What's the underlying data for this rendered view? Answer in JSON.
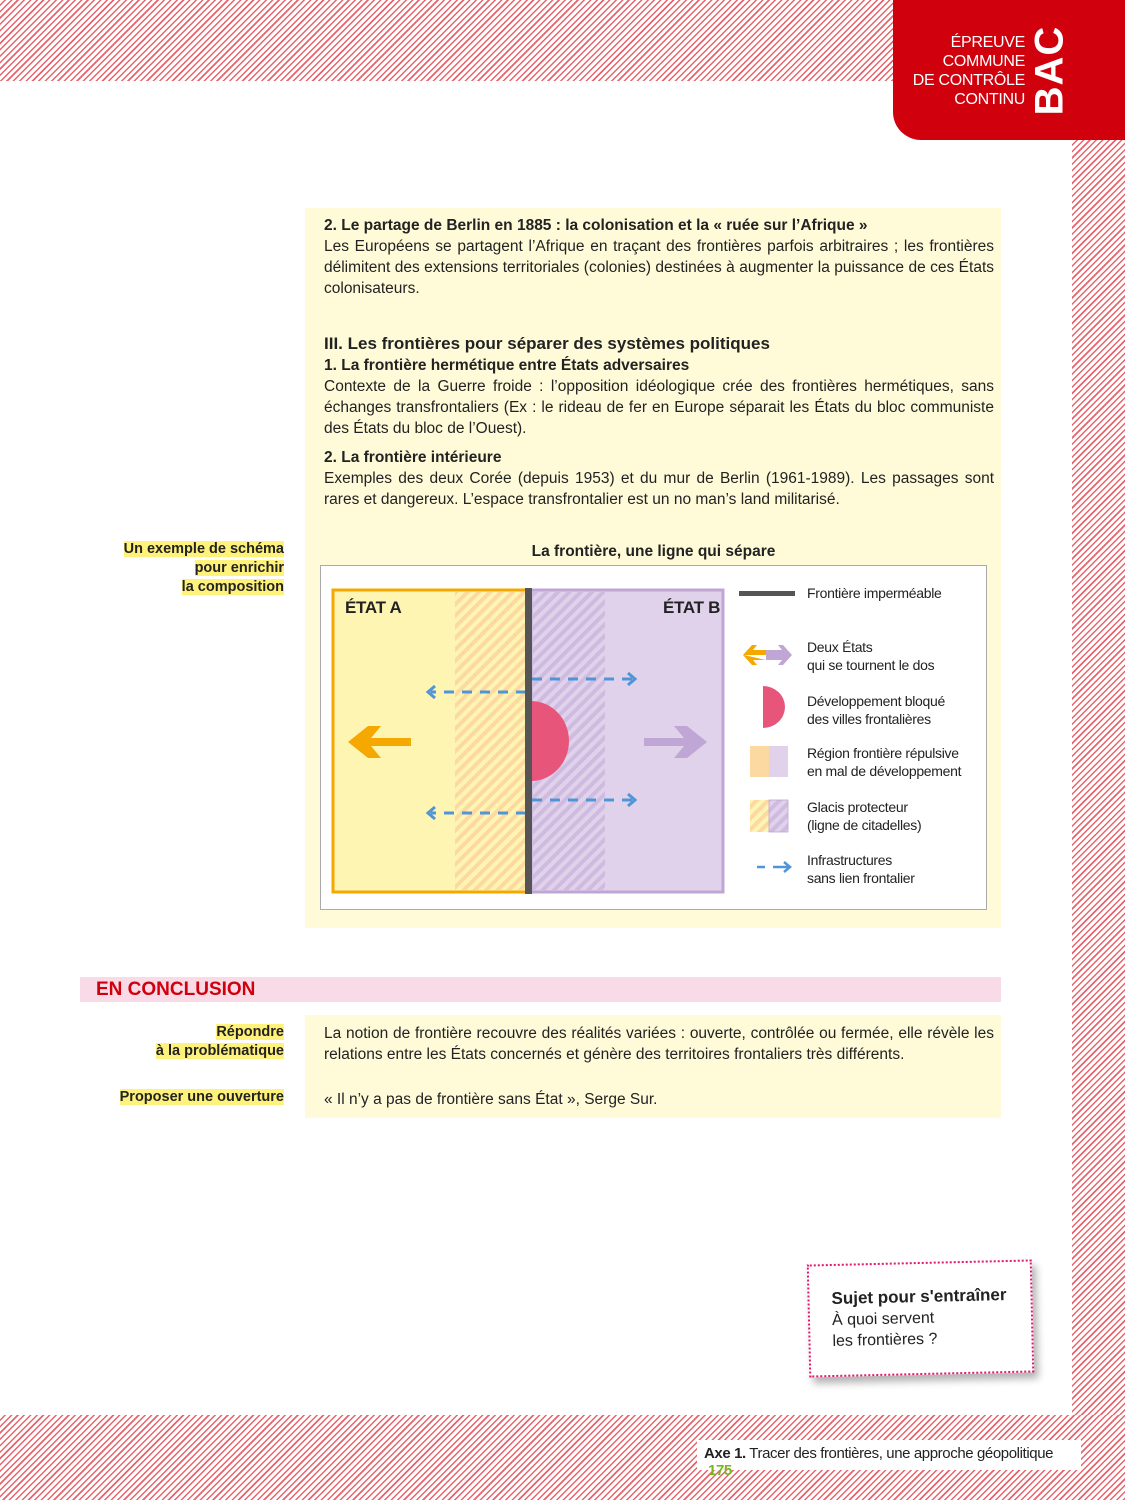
{
  "badge": {
    "lines": [
      "ÉPREUVE",
      "COMMUNE",
      "DE CONTRÔLE",
      "CONTINU"
    ],
    "bac": "BAC"
  },
  "section2": {
    "title": "2.  Le partage de Berlin en 1885 : la colonisation et la « ruée sur l’Afrique »",
    "body": "Les Européens se partagent l’Afrique en traçant des frontières parfois arbitraires ; les frontières délimitent des extensions territoriales (colonies) destinées à augmenter la puissance de ces États colonisateurs."
  },
  "part3": {
    "title": "III. Les frontières pour séparer des systèmes politiques",
    "sub1_title": "1. La frontière hermétique entre États adversaires",
    "sub1_body": "Contexte de la Guerre froide : l’opposition idéologique crée des frontières hermétiques, sans échanges transfrontaliers (Ex : le rideau de fer en Europe séparait les États du bloc communiste des États du bloc de l’Ouest).",
    "sub2_title": "2. La frontière intérieure",
    "sub2_body": "Exemples des deux Corée (depuis 1953) et du mur de Berlin (1961-1989). Les passages sont rares et dangereux. L’espace transfrontalier est un no man’s land militarisé."
  },
  "side_notes": {
    "schema": [
      "Un exemple de schéma",
      "pour enrichir",
      "la composition"
    ],
    "answer": [
      "Répondre",
      "à la problématique"
    ],
    "opening": "Proposer une ouverture"
  },
  "diagram": {
    "title": "La frontière, une ligne qui sépare",
    "state_a": "ÉTAT A",
    "state_b": "ÉTAT B",
    "legend": [
      [
        "Frontière imperméable"
      ],
      [
        "Deux États",
        "qui se tournent le dos"
      ],
      [
        "Développement bloqué",
        "des villes frontalières"
      ],
      [
        "Région frontière répulsive",
        "en mal de développement"
      ],
      [
        "Glacis protecteur",
        "(ligne de citadelles)"
      ],
      [
        "Infrastructures",
        "sans lien frontalier"
      ]
    ],
    "colors": {
      "orange": "#f5a800",
      "yellow": "#fff5b3",
      "purple": "#bfa6d4",
      "lilac": "#e0d2ea",
      "pink": "#e8557a",
      "blue": "#4f95d8",
      "border": "#555555"
    }
  },
  "conclusion": {
    "title": "EN CONCLUSION",
    "answer": "La notion de frontière recouvre des réalités variées : ouverte, contrôlée ou fermée, elle révèle les relations entre les États concernés et génère des territoires frontaliers très différents.",
    "quote": "« Il n’y a pas de frontière sans État », Serge Sur."
  },
  "sticky": {
    "title": "Sujet pour s'entraîner",
    "lines": [
      "À quoi servent",
      "les frontières ?"
    ]
  },
  "footer": {
    "axis": "Axe 1.",
    "title": "Tracer des frontières, une approche géopolitique",
    "page": "175"
  }
}
